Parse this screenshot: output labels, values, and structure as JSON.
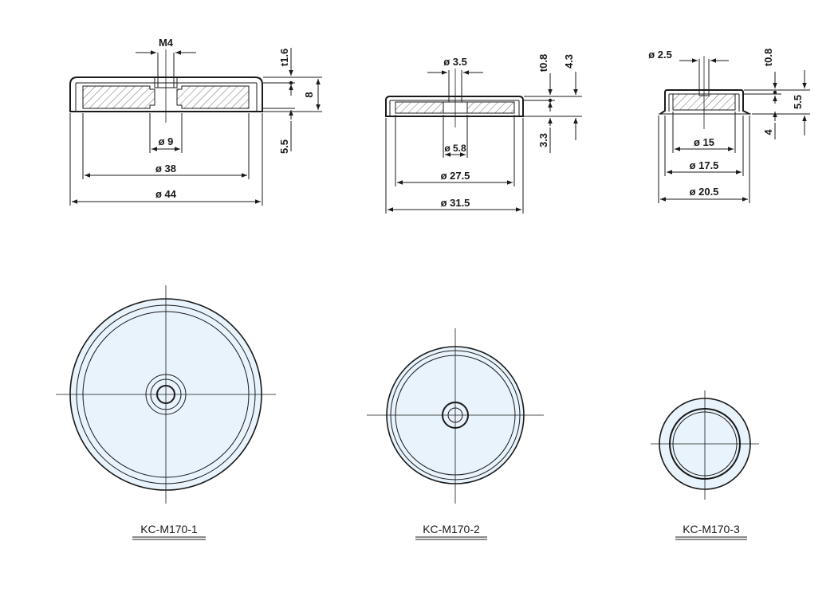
{
  "views": {
    "m1": {
      "model": "KC-M170-1",
      "dims": {
        "thread": "M4",
        "t_shell": "t1.6",
        "height": "8",
        "magnet_h": "5.5",
        "hole": "ø 9",
        "magnet_d": "ø 38",
        "outer_d": "ø 44"
      }
    },
    "m2": {
      "model": "KC-M170-2",
      "dims": {
        "hole_top": "ø 3.5",
        "t_shell": "t0.8",
        "height": "4.3",
        "magnet_h": "3.3",
        "hole_bottom": "ø 5.8",
        "magnet_d": "ø 27.5",
        "outer_d": "ø 31.5"
      }
    },
    "m3": {
      "model": "KC-M170-3",
      "dims": {
        "hole": "ø 2.5",
        "t_shell": "t0.8",
        "height": "5.5",
        "magnet_h": "4",
        "magnet_d": "ø 15",
        "cup_d": "ø 17.5",
        "outer_d": "ø 20.5"
      }
    }
  }
}
